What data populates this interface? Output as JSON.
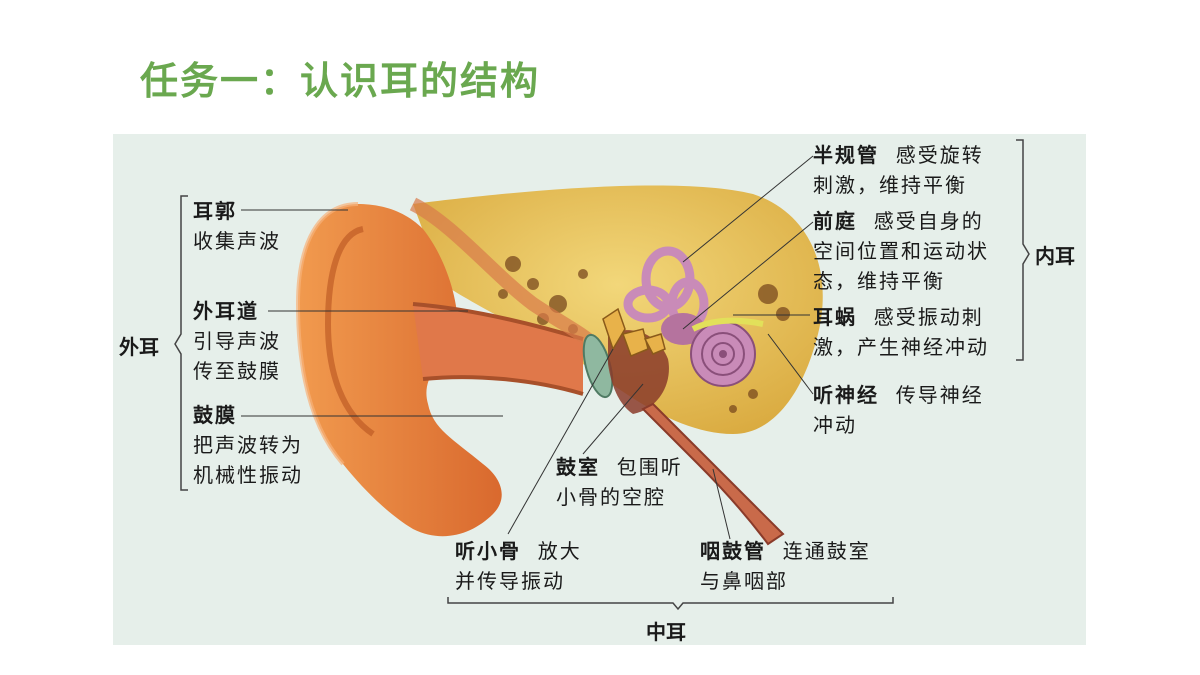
{
  "slide": {
    "title": "任务一：认识耳的结构"
  },
  "diagram": {
    "labels": {
      "erkuo": {
        "term": "耳郭",
        "desc": [
          "收集声波"
        ]
      },
      "waierdao": {
        "term": "外耳道",
        "desc": [
          "引导声波",
          "传至鼓膜"
        ]
      },
      "gumo": {
        "term": "鼓膜",
        "desc": [
          "把声波转为",
          "机械性振动"
        ]
      },
      "banguiguan": {
        "term": "半规管",
        "desc_first": "感受旋转",
        "desc": [
          "刺激，维持平衡"
        ]
      },
      "qianting": {
        "term": "前庭",
        "desc_first": "感受自身的",
        "desc": [
          "空间位置和运动状",
          "态，维持平衡"
        ]
      },
      "erwo": {
        "term": "耳蜗",
        "desc_first": "感受振动刺",
        "desc": [
          "激，产生神经冲动"
        ]
      },
      "tingshenjing": {
        "term": "听神经",
        "desc_first": "传导神经",
        "desc": [
          "冲动"
        ]
      },
      "gushi": {
        "term": "鼓室",
        "desc_first": "包围听",
        "desc": [
          "小骨的空腔"
        ]
      },
      "tingxiaogu": {
        "term": "听小骨",
        "desc_first": "放大",
        "desc": [
          "并传导振动"
        ]
      },
      "yangguguan": {
        "term": "咽鼓管",
        "desc_first": "连通鼓室",
        "desc": [
          "与鼻咽部"
        ]
      }
    },
    "groups": {
      "outer": "外耳",
      "inner": "内耳",
      "middle": "中耳"
    },
    "colors": {
      "title": "#6aa84f",
      "panel_bg": "#e6efea",
      "skin": "#e8833a",
      "bone": "#e9c35a",
      "canal": "#c96a4a",
      "labyrinth": "#c98bb8",
      "eardrum": "#8fb8a0"
    }
  }
}
